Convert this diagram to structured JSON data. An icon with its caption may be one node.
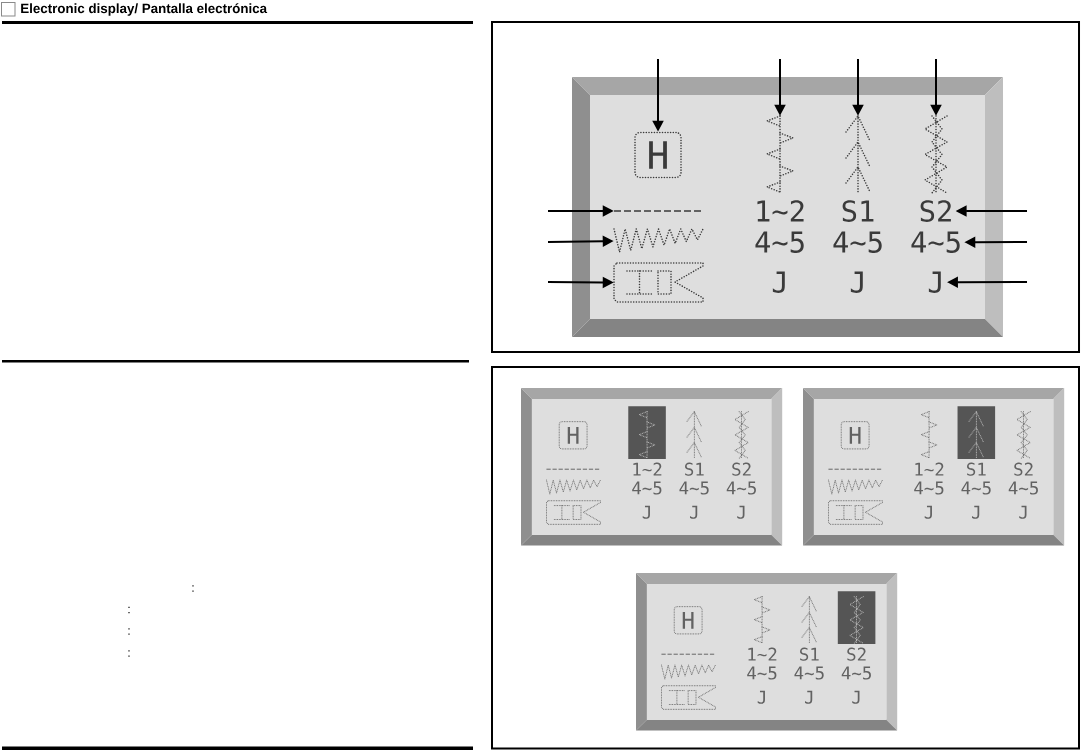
{
  "diagram": {
    "title": "Electronic display/ Pantalla electrónica",
    "nodes": [
      {
        "text": [
          "1~2",
          "S1",
          "4~5",
          "4~5",
          "J",
          "J"
        ]
      },
      {
        "text": [
          "H"
        ],
        "in": 0
      },
      {
        "text": [],
        "shape": "picture",
        "in": 0
      },
      {
        "text": [],
        "shape": "picture",
        "in": 0
      },
      {
        "text": [],
        "shape": "picture",
        "in": 0
      },
      {
        "text": [],
        "shape": "picture",
        "in": 0
      },
      {
        "text": [],
        "shape": "picture",
        "in": 0
      },
      {
        "text": [],
        "shape": "picture",
        "in": 0
      },
      {
        "text": [
          "S2"
        ],
        "in": 0
      },
      {
        "text": [
          "4~5"
        ],
        "in": 0
      },
      {
        "text": [
          "J"
        ],
        "in": 0
      },
      {
        "text": [
          "1~2",
          "S1",
          "S2",
          "4~5",
          "4~5",
          "4~5",
          "J",
          "J",
          "J"
        ]
      },
      {
        "text": [
          "H"
        ],
        "in": 11
      },
      {
        "text": [
          "1~2",
          "S1",
          "S2",
          "4~5",
          "4~5",
          "4~5",
          "J",
          "J",
          "J"
        ]
      },
      {
        "text": [
          "H"
        ],
        "in": 13
      },
      {
        "text": [
          "1~2",
          "S1",
          "S2",
          "4~5",
          "4~5",
          "4~5",
          "J",
          "J",
          "J"
        ]
      },
      {
        "text": [
          "H"
        ],
        "in": 15
      }
    ],
    "edges": [
      {
        "from": null,
        "to": 1,
        "arrow": "to"
      },
      {
        "from": null,
        "to": 2,
        "arrow": "to"
      },
      {
        "from": null,
        "to": 3,
        "arrow": "to"
      },
      {
        "from": null,
        "to": 4,
        "arrow": "to"
      },
      {
        "from": null,
        "to": 5,
        "arrow": "to"
      },
      {
        "from": null,
        "to": 6,
        "arrow": "to"
      },
      {
        "from": null,
        "to": 7,
        "arrow": "to"
      },
      {
        "from": null,
        "to": 8,
        "arrow": "to"
      },
      {
        "from": null,
        "to": 9,
        "arrow": "to"
      },
      {
        "from": null,
        "to": 10,
        "arrow": "to"
      }
    ],
    "labels": [
      ":",
      ":",
      ":",
      ":"
    ]
  }
}
